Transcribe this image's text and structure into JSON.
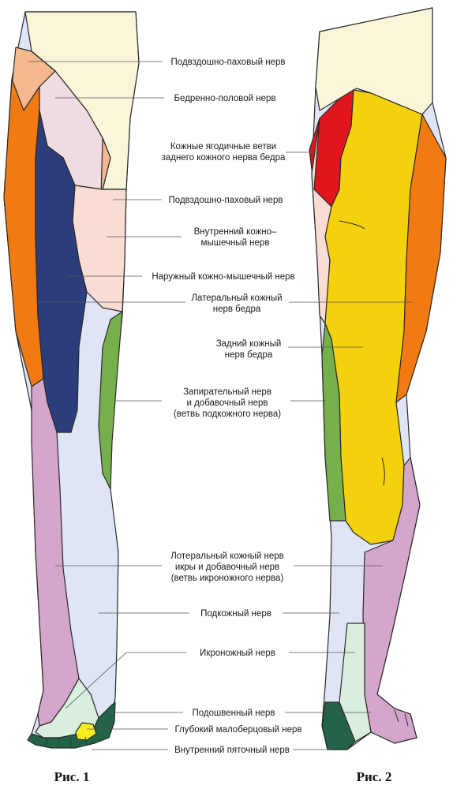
{
  "figures": {
    "left": "Рис. 1",
    "right": "Рис. 2"
  },
  "labels": {
    "l1": [
      "Подвздошно-паховый нерв"
    ],
    "l2": [
      "Бедренно-половой нерв"
    ],
    "l3": [
      "Кожные ягодичные ветви",
      "заднего кожного нерва бедра"
    ],
    "l4": [
      "Подвздошно-паховый нерв"
    ],
    "l5": [
      "Внутренний кожно–",
      "мышечный нерв"
    ],
    "l6": [
      "Наружный кожно-мышечный нерв"
    ],
    "l7": [
      "Латеральный кожный",
      "нерв бедра"
    ],
    "l8": [
      "Задний кожный",
      "нерв бедра"
    ],
    "l9": [
      "Запирательный нерв",
      "и добавочный нерв",
      "(ветвь подкожного нерва)"
    ],
    "l10": [
      "Лотеральный кожный нерв",
      "икры и добавочный нерв",
      "(ветвь икроножного нерва)"
    ],
    "l11": [
      "Подкожный нерв"
    ],
    "l12": [
      "Икроножный нерв"
    ],
    "l13": [
      "Подошвенный нерв"
    ],
    "l14": [
      "Глубокий малоберцовый нерв"
    ],
    "l15": [
      "Внутренний пяточный нерв"
    ]
  },
  "colors": {
    "cream": "#fbf6d9",
    "peach": "#f6b98f",
    "pale_pink": "#f0dbe0",
    "light_pink": "#f9dcd3",
    "orange": "#f27a13",
    "navy": "#2c3d7c",
    "lavender": "#dfe5f4",
    "green": "#76b04a",
    "mauve": "#d4a6cb",
    "yellow": "#f4d10d",
    "red": "#e0161c",
    "dark_green": "#236448",
    "pale_green": "#d9eedd",
    "bright_yellow": "#f6ec20"
  }
}
